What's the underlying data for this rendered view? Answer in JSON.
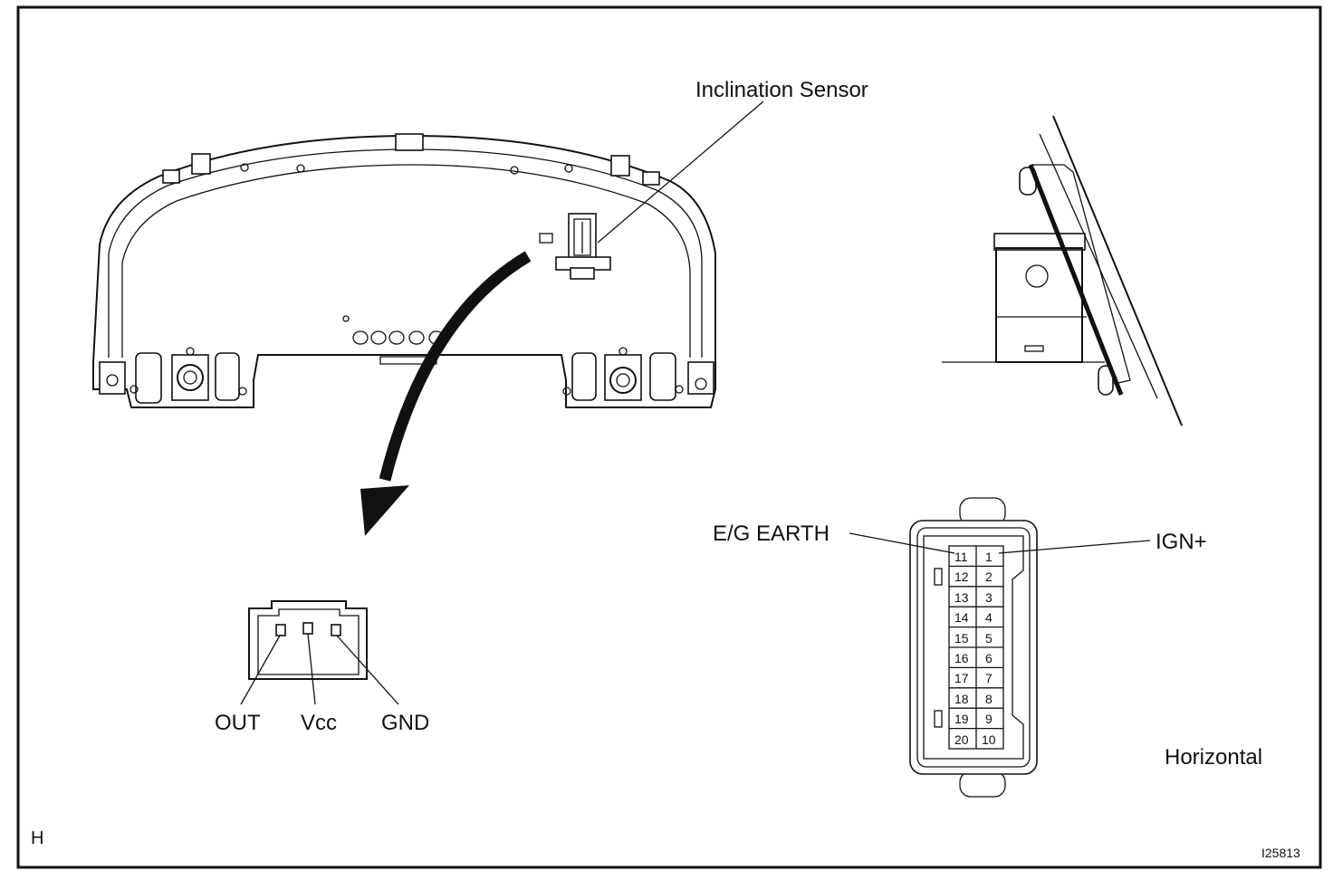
{
  "labels": {
    "inclination_sensor": "Inclination Sensor",
    "eg_earth": "E/G EARTH",
    "ign_plus": "IGN+",
    "out": "OUT",
    "vcc": "Vcc",
    "gnd": "GND",
    "horizontal": "Horizontal",
    "corner_h": "H",
    "figure_code": "I25813"
  },
  "connector_pins": {
    "left_column": [
      "11",
      "12",
      "13",
      "14",
      "15",
      "16",
      "17",
      "18",
      "19",
      "20"
    ],
    "right_column": [
      "1",
      "2",
      "3",
      "4",
      "5",
      "6",
      "7",
      "8",
      "9",
      "10"
    ]
  }
}
